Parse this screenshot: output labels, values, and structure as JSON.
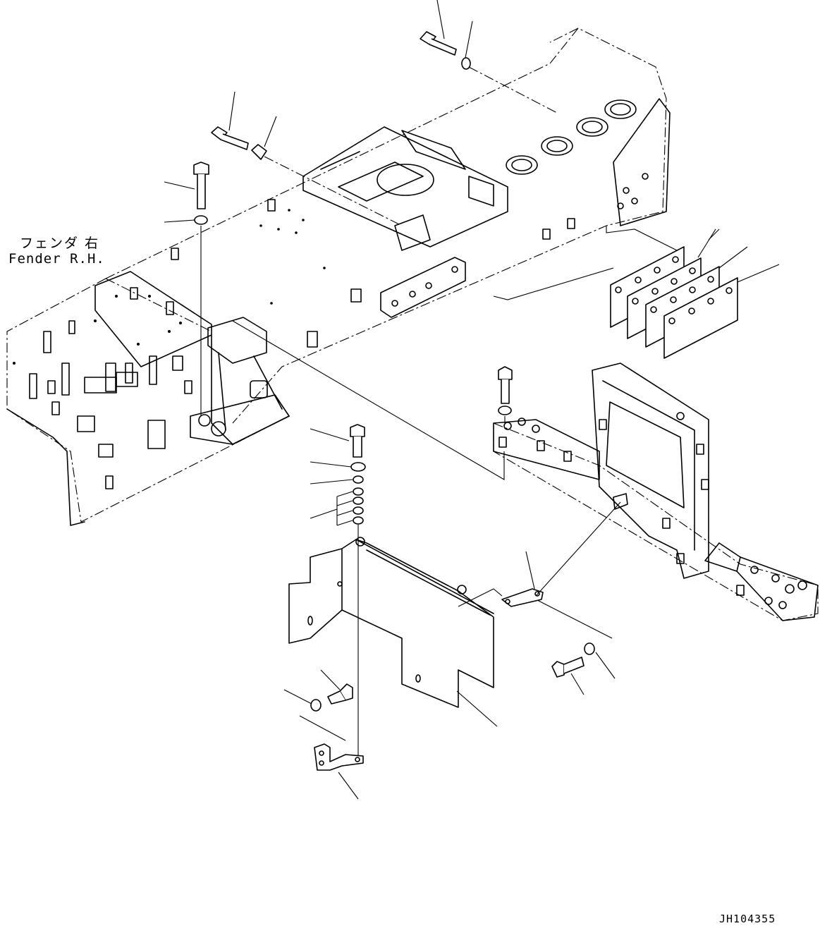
{
  "labels": {
    "title_jp": "フェンダ 右",
    "title_en": "Fender R.H.",
    "doc_id": "JH104355"
  },
  "icons": {
    "bolt": "bolt-icon",
    "washer": "washer-icon",
    "shim": "shim-plate-icon",
    "bracket": "bracket-icon"
  }
}
